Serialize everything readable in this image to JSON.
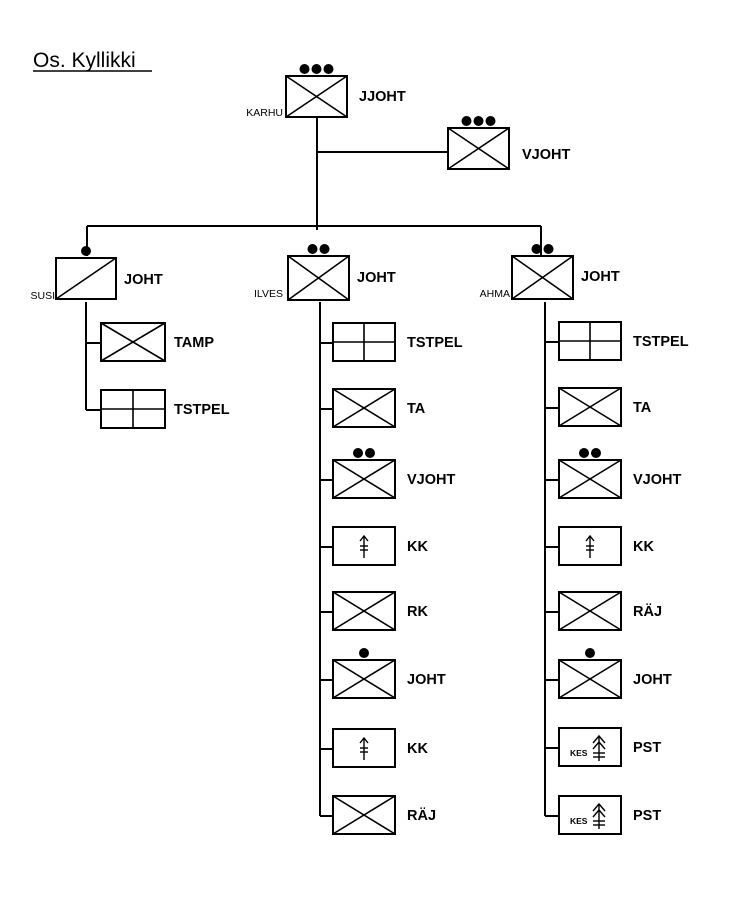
{
  "title": "Os. Kyllikki",
  "top": {
    "hq": {
      "label": "JJOHT",
      "callsign": "KARHU",
      "dots": 3,
      "symbol": "infantry"
    },
    "deputy": {
      "label": "VJOHT",
      "dots": 3,
      "symbol": "infantry"
    }
  },
  "units": [
    {
      "label": "JOHT",
      "callsign": "SUSI",
      "dots": 1,
      "symbol": "diagonal",
      "subunits": [
        {
          "label": "TAMP",
          "symbol": "infantry",
          "dots": 0
        },
        {
          "label": "TSTPEL",
          "symbol": "grid",
          "dots": 0
        }
      ]
    },
    {
      "label": "JOHT",
      "callsign": "ILVES",
      "dots": 2,
      "symbol": "infantry",
      "subunits": [
        {
          "label": "TSTPEL",
          "symbol": "grid",
          "dots": 0
        },
        {
          "label": "TA",
          "symbol": "infantry",
          "dots": 0
        },
        {
          "label": "VJOHT",
          "symbol": "infantry",
          "dots": 2
        },
        {
          "label": "KK",
          "symbol": "machinegun",
          "dots": 0
        },
        {
          "label": "RK",
          "symbol": "infantry",
          "dots": 0
        },
        {
          "label": "JOHT",
          "symbol": "infantry",
          "dots": 1
        },
        {
          "label": "KK",
          "symbol": "machinegun",
          "dots": 0
        },
        {
          "label": "RÄJ",
          "symbol": "infantry",
          "dots": 0
        }
      ]
    },
    {
      "label": "JOHT",
      "callsign": "AHMA",
      "dots": 2,
      "symbol": "infantry",
      "subunits": [
        {
          "label": "TSTPEL",
          "symbol": "grid",
          "dots": 0
        },
        {
          "label": "TA",
          "symbol": "infantry",
          "dots": 0
        },
        {
          "label": "VJOHT",
          "symbol": "infantry",
          "dots": 2
        },
        {
          "label": "KK",
          "symbol": "machinegun",
          "dots": 0
        },
        {
          "label": "RÄJ",
          "symbol": "infantry",
          "dots": 0
        },
        {
          "label": "JOHT",
          "symbol": "infantry",
          "dots": 1
        },
        {
          "label": "PST",
          "symbol": "antitank",
          "dots": 0,
          "marker": "KES"
        },
        {
          "label": "PST",
          "symbol": "antitank",
          "dots": 0,
          "marker": "KES"
        }
      ]
    }
  ]
}
